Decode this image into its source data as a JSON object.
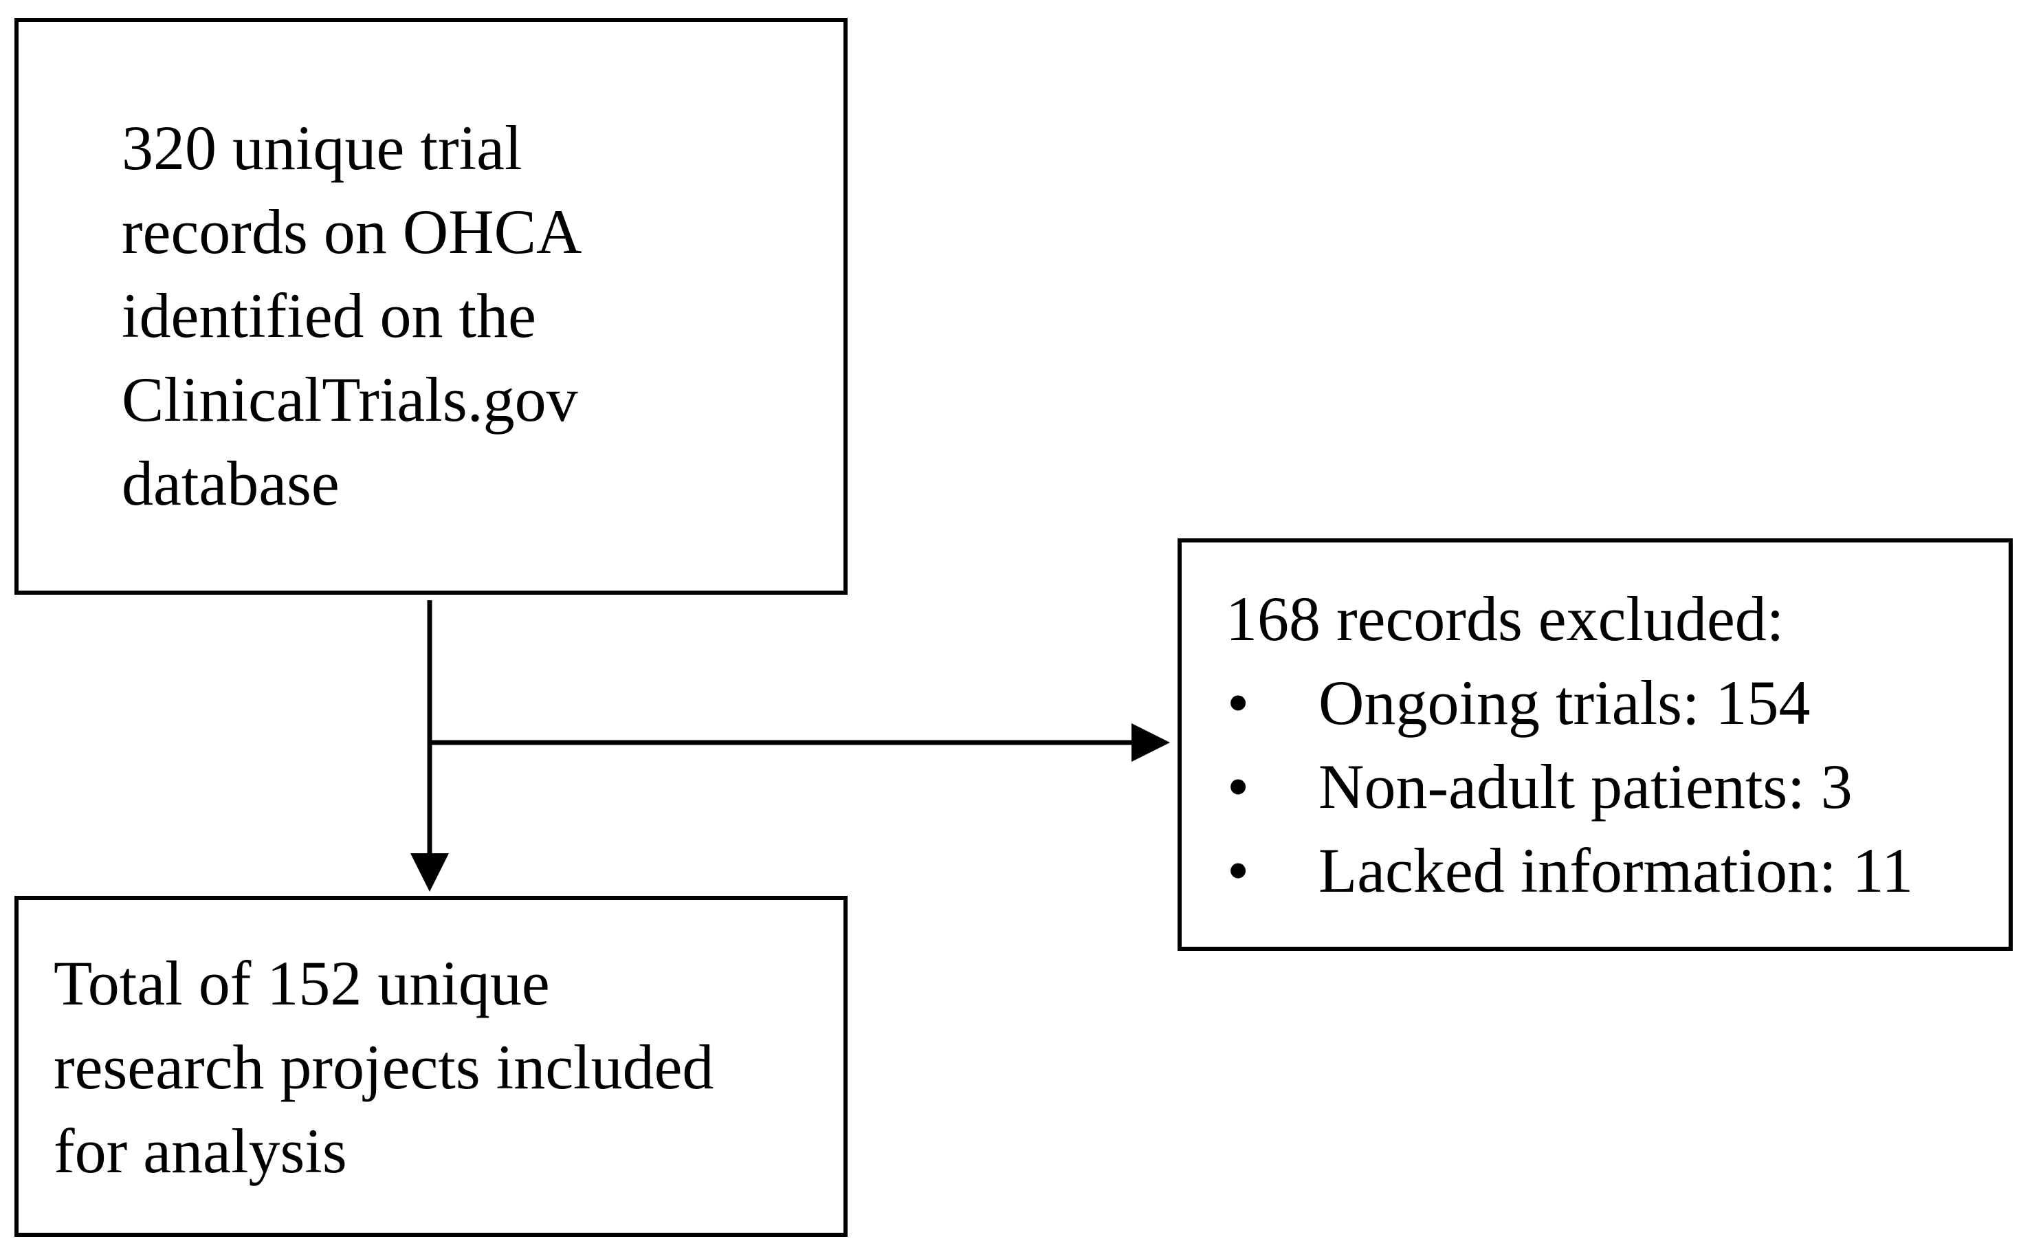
{
  "identified_box": {
    "lines": [
      "320 unique trial",
      "records on OHCA",
      "identified on the",
      "ClinicalTrials.gov",
      "database"
    ]
  },
  "excluded_box": {
    "heading": "168 records excluded:",
    "items": [
      "Ongoing trials: 154",
      "Non-adult patients: 3",
      "Lacked information: 11"
    ]
  },
  "included_box": {
    "lines": [
      "Total of 152 unique",
      "research projects included",
      "for analysis"
    ]
  }
}
